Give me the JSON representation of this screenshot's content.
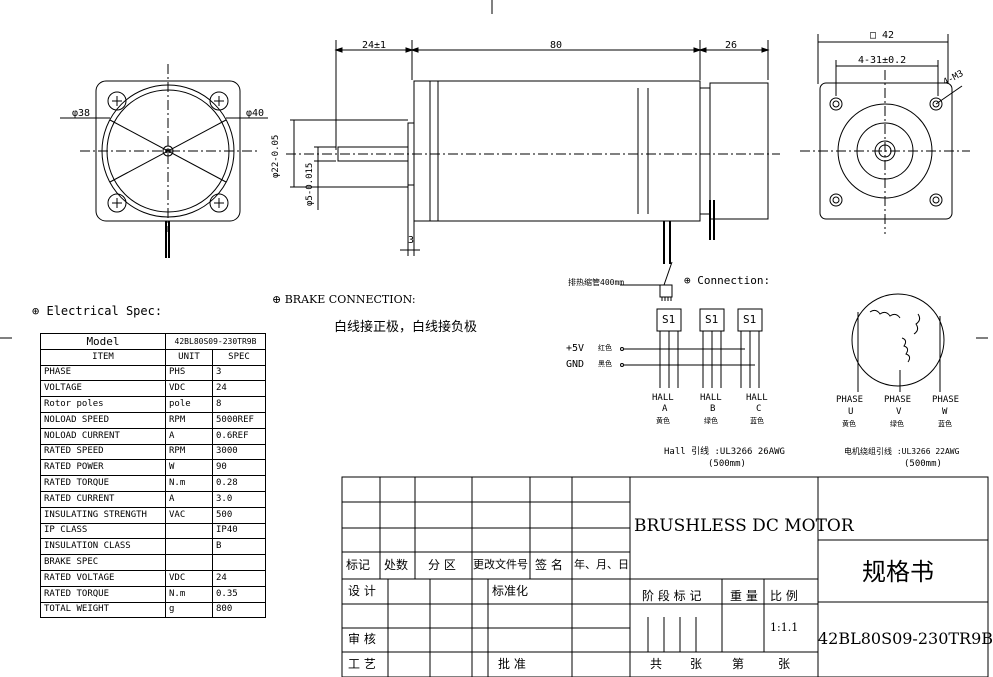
{
  "front_view_left": {
    "dia_outer": "φ38",
    "dia_right": "φ40"
  },
  "side_view": {
    "dim_shaft_len": "24±1",
    "dim_body_len": "80",
    "dim_brake_len": "26",
    "dim_pilot": "φ22-0.05",
    "dim_shaft": "φ5-0.015",
    "dim_flange": "3",
    "lead_wire_note": "排热缩管400mm"
  },
  "front_view_right": {
    "square": "□ 42",
    "bolt_pitch": "4-31±0.2",
    "thread": "4-M3"
  },
  "electrical_spec": {
    "heading": "Electrical Spec:",
    "model_label": "Model",
    "model_value": "42BL80S09-230TR9B",
    "columns": [
      "ITEM",
      "UNIT",
      "SPEC"
    ],
    "rows": [
      [
        "PHASE",
        "PHS",
        "3"
      ],
      [
        "VOLTAGE",
        "VDC",
        "24"
      ],
      [
        "Rotor poles",
        "pole",
        "8"
      ],
      [
        "NOLOAD SPEED",
        "RPM",
        "5000REF"
      ],
      [
        "NOLOAD CURRENT",
        "A",
        "0.6REF"
      ],
      [
        "RATED SPEED",
        "RPM",
        "3000"
      ],
      [
        "RATED POWER",
        "W",
        "90"
      ],
      [
        "RATED TORQUE",
        "N.m",
        "0.28"
      ],
      [
        "RATED CURRENT",
        "A",
        "3.0"
      ],
      [
        "INSULATING STRENGTH",
        "VAC",
        "500"
      ],
      [
        "IP CLASS",
        "",
        "IP40"
      ],
      [
        "INSULATION CLASS",
        "",
        "B"
      ],
      [
        "BRAKE SPEC",
        "",
        ""
      ],
      [
        "RATED VOLTAGE",
        "VDC",
        "24"
      ],
      [
        "RATED TORQUE",
        "N.m",
        "0.35"
      ],
      [
        "TOTAL WEIGHT",
        "g",
        "800"
      ]
    ]
  },
  "brake": {
    "heading": "BRAKE CONNECTION:",
    "note": "白线接正极，白线接负极"
  },
  "connection": {
    "heading": "Connection:",
    "plus5v": "+5V",
    "plus5v_color": "红色",
    "gnd": "GND",
    "gnd_color": "黑色",
    "sensor_label": "S1",
    "halls": [
      {
        "name": "HALL",
        "letter": "A",
        "color": "黄色"
      },
      {
        "name": "HALL",
        "letter": "B",
        "color": "绿色"
      },
      {
        "name": "HALL",
        "letter": "C",
        "color": "蓝色"
      }
    ],
    "hall_wire": "Hall 引线 :UL3266 26AWG",
    "hall_wire_len": "(500mm)",
    "phases": [
      {
        "name": "PHASE",
        "letter": "U",
        "color": "黄色"
      },
      {
        "name": "PHASE",
        "letter": "V",
        "color": "绿色"
      },
      {
        "name": "PHASE",
        "letter": "W",
        "color": "蓝色"
      }
    ],
    "phase_wire": "电机绕组引线 :UL3266 22AWG",
    "phase_wire_len": "(500mm)"
  },
  "title_block": {
    "title": "BRUSHLESS DC MOTOR",
    "doc_type": "规格书",
    "part_no": "42BL80S09-230TR9B",
    "rev_mark": "标记",
    "count": "处数",
    "zone": "分 区",
    "change_doc": "更改文件号",
    "sign": "签 名",
    "date": "年、月、日",
    "design": "设 计",
    "standard": "标准化",
    "review": "审 核",
    "process": "工 艺",
    "approve": "批 准",
    "stage_mark": "阶 段 标 记",
    "weight": "重 量",
    "scale_label": "比 例",
    "scale": "1:1.1",
    "total": "共",
    "sheets": "张",
    "page": "第",
    "sheet": "张"
  }
}
